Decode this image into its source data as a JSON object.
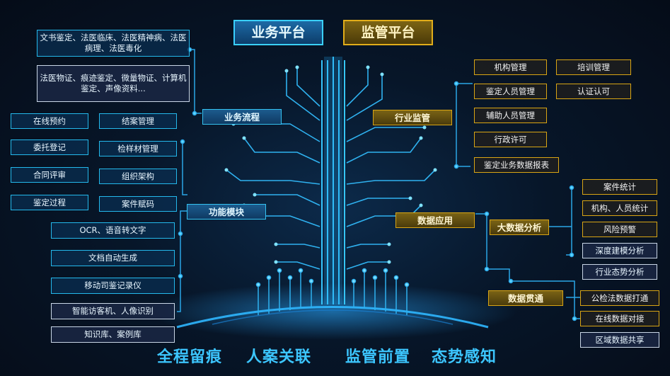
{
  "top": {
    "business_platform": "业务平台",
    "supervision_platform": "监管平台"
  },
  "headers": {
    "business_process": "业务流程",
    "function_module": "功能模块",
    "industry_supervision": "行业监管",
    "data_application": "数据应用",
    "big_data_analysis": "大数据分析",
    "data_integration": "数据贯通"
  },
  "left": {
    "top_boxes": [
      "文书鉴定、法医临床、法医精神病、法医病理、法医毒化",
      "法医物证、痕迹鉴定、微量物证、计算机鉴定、声像资料..."
    ],
    "grid": [
      "在线预约",
      "结案管理",
      "委托登记",
      "检样材管理",
      "合同评审",
      "组织架构",
      "鉴定过程",
      "案件赋码"
    ],
    "func_cyan": [
      "OCR、语音转文字",
      "文档自动生成",
      "移动司鉴记录仪"
    ],
    "func_white": [
      "智能访客机、人像识别",
      "知识库、案例库"
    ]
  },
  "right": {
    "industry": [
      "机构管理",
      "鉴定人员管理",
      "辅助人员管理",
      "行政许可",
      "鉴定业务数据报表"
    ],
    "industry_side": [
      "培训管理",
      "认证认可"
    ],
    "analysis": [
      "案件统计",
      "机构、人员统计",
      "风险预警",
      "深度建模分析",
      "行业态势分析"
    ],
    "integration": [
      "公检法数据打通",
      "在线数据对接",
      "区域数据共享"
    ]
  },
  "slogans": [
    "全程留痕",
    "人案关联",
    "监管前置",
    "态势感知"
  ],
  "colors": {
    "cyan": "#24b9ec",
    "gold": "#d9a514",
    "white_border": "#c9d6e6",
    "slogan": "#3cc6ff"
  }
}
